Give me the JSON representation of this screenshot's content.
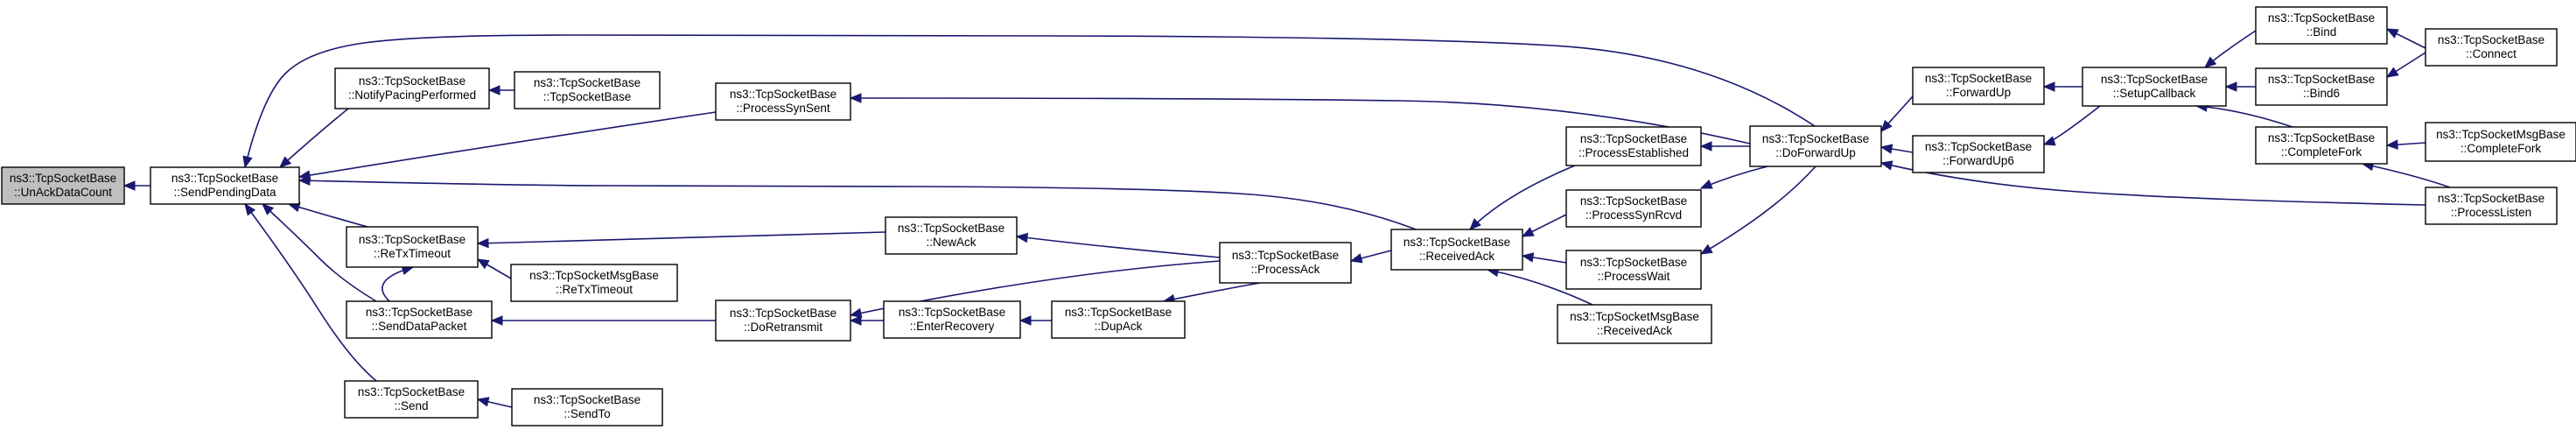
{
  "graph": {
    "kind": "doxygen caller graph",
    "edge_color": "#191970",
    "node_border_color": "#000000",
    "highlight_fill": "#bfbfbf",
    "nodes": [
      {
        "id": "unack",
        "lines": [
          "ns3::TcpSocketBase",
          "::UnAckDataCount"
        ],
        "highlight": true
      },
      {
        "id": "sendpending",
        "lines": [
          "ns3::TcpSocketBase",
          "::SendPendingData"
        ]
      },
      {
        "id": "notifypacing",
        "lines": [
          "ns3::TcpSocketBase",
          "::NotifyPacingPerformed"
        ]
      },
      {
        "id": "ctor",
        "lines": [
          "ns3::TcpSocketBase",
          "::TcpSocketBase"
        ]
      },
      {
        "id": "processsynsent",
        "lines": [
          "ns3::TcpSocketBase",
          "::ProcessSynSent"
        ]
      },
      {
        "id": "retxtimeout",
        "lines": [
          "ns3::TcpSocketBase",
          "::ReTxTimeout"
        ]
      },
      {
        "id": "msg_retxtimeout",
        "lines": [
          "ns3::TcpSocketMsgBase",
          "::ReTxTimeout"
        ]
      },
      {
        "id": "senddatapacket",
        "lines": [
          "ns3::TcpSocketBase",
          "::SendDataPacket"
        ]
      },
      {
        "id": "send",
        "lines": [
          "ns3::TcpSocketBase",
          "::Send"
        ]
      },
      {
        "id": "sendto",
        "lines": [
          "ns3::TcpSocketBase",
          "::SendTo"
        ]
      },
      {
        "id": "newack",
        "lines": [
          "ns3::TcpSocketBase",
          "::NewAck"
        ]
      },
      {
        "id": "doretransmit",
        "lines": [
          "ns3::TcpSocketBase",
          "::DoRetransmit"
        ]
      },
      {
        "id": "enterrecovery",
        "lines": [
          "ns3::TcpSocketBase",
          "::EnterRecovery"
        ]
      },
      {
        "id": "dupack",
        "lines": [
          "ns3::TcpSocketBase",
          "::DupAck"
        ]
      },
      {
        "id": "processack",
        "lines": [
          "ns3::TcpSocketBase",
          "::ProcessAck"
        ]
      },
      {
        "id": "receivedack",
        "lines": [
          "ns3::TcpSocketBase",
          "::ReceivedAck"
        ]
      },
      {
        "id": "processestablished",
        "lines": [
          "ns3::TcpSocketBase",
          "::ProcessEstablished"
        ]
      },
      {
        "id": "processsynrcvd",
        "lines": [
          "ns3::TcpSocketBase",
          "::ProcessSynRcvd"
        ]
      },
      {
        "id": "processwait",
        "lines": [
          "ns3::TcpSocketBase",
          "::ProcessWait"
        ]
      },
      {
        "id": "msg_receivedack",
        "lines": [
          "ns3::TcpSocketMsgBase",
          "::ReceivedAck"
        ]
      },
      {
        "id": "doforwardup",
        "lines": [
          "ns3::TcpSocketBase",
          "::DoForwardUp"
        ]
      },
      {
        "id": "forwardup",
        "lines": [
          "ns3::TcpSocketBase",
          "::ForwardUp"
        ]
      },
      {
        "id": "forwardup6",
        "lines": [
          "ns3::TcpSocketBase",
          "::ForwardUp6"
        ]
      },
      {
        "id": "setupcallback",
        "lines": [
          "ns3::TcpSocketBase",
          "::SetupCallback"
        ]
      },
      {
        "id": "bind",
        "lines": [
          "ns3::TcpSocketBase",
          "::Bind"
        ]
      },
      {
        "id": "bind6",
        "lines": [
          "ns3::TcpSocketBase",
          "::Bind6"
        ]
      },
      {
        "id": "completefork",
        "lines": [
          "ns3::TcpSocketBase",
          "::CompleteFork"
        ]
      },
      {
        "id": "connect",
        "lines": [
          "ns3::TcpSocketBase",
          "::Connect"
        ]
      },
      {
        "id": "msg_completefork",
        "lines": [
          "ns3::TcpSocketMsgBase",
          "::CompleteFork"
        ]
      },
      {
        "id": "processlisten",
        "lines": [
          "ns3::TcpSocketBase",
          "::ProcessListen"
        ]
      }
    ],
    "edges": [
      {
        "caller": "sendpending",
        "callee": "unack"
      },
      {
        "caller": "notifypacing",
        "callee": "sendpending"
      },
      {
        "caller": "ctor",
        "callee": "notifypacing"
      },
      {
        "caller": "processsynsent",
        "callee": "sendpending"
      },
      {
        "caller": "doforwardup",
        "callee": "processsynsent"
      },
      {
        "caller": "doforwardup",
        "callee": "sendpending"
      },
      {
        "caller": "receivedack",
        "callee": "sendpending"
      },
      {
        "caller": "retxtimeout",
        "callee": "sendpending"
      },
      {
        "caller": "senddatapacket",
        "callee": "sendpending"
      },
      {
        "caller": "send",
        "callee": "sendpending"
      },
      {
        "caller": "newack",
        "callee": "retxtimeout"
      },
      {
        "caller": "msg_retxtimeout",
        "callee": "retxtimeout"
      },
      {
        "caller": "senddatapacket",
        "callee": "retxtimeout"
      },
      {
        "caller": "doretransmit",
        "callee": "senddatapacket"
      },
      {
        "caller": "sendto",
        "callee": "send"
      },
      {
        "caller": "processack",
        "callee": "newack"
      },
      {
        "caller": "processack",
        "callee": "doretransmit"
      },
      {
        "caller": "enterrecovery",
        "callee": "doretransmit"
      },
      {
        "caller": "dupack",
        "callee": "enterrecovery"
      },
      {
        "caller": "processack",
        "callee": "dupack"
      },
      {
        "caller": "receivedack",
        "callee": "processack"
      },
      {
        "caller": "processestablished",
        "callee": "receivedack"
      },
      {
        "caller": "processsynrcvd",
        "callee": "receivedack"
      },
      {
        "caller": "processwait",
        "callee": "receivedack"
      },
      {
        "caller": "msg_receivedack",
        "callee": "receivedack"
      },
      {
        "caller": "doforwardup",
        "callee": "processestablished"
      },
      {
        "caller": "doforwardup",
        "callee": "processsynrcvd"
      },
      {
        "caller": "doforwardup",
        "callee": "processwait"
      },
      {
        "caller": "forwardup",
        "callee": "doforwardup"
      },
      {
        "caller": "forwardup6",
        "callee": "doforwardup"
      },
      {
        "caller": "processlisten",
        "callee": "doforwardup"
      },
      {
        "caller": "setupcallback",
        "callee": "forwardup"
      },
      {
        "caller": "setupcallback",
        "callee": "forwardup6"
      },
      {
        "caller": "bind",
        "callee": "setupcallback"
      },
      {
        "caller": "bind6",
        "callee": "setupcallback"
      },
      {
        "caller": "completefork",
        "callee": "setupcallback"
      },
      {
        "caller": "connect",
        "callee": "bind"
      },
      {
        "caller": "connect",
        "callee": "bind6"
      },
      {
        "caller": "msg_completefork",
        "callee": "completefork"
      },
      {
        "caller": "processlisten",
        "callee": "completefork"
      }
    ]
  }
}
